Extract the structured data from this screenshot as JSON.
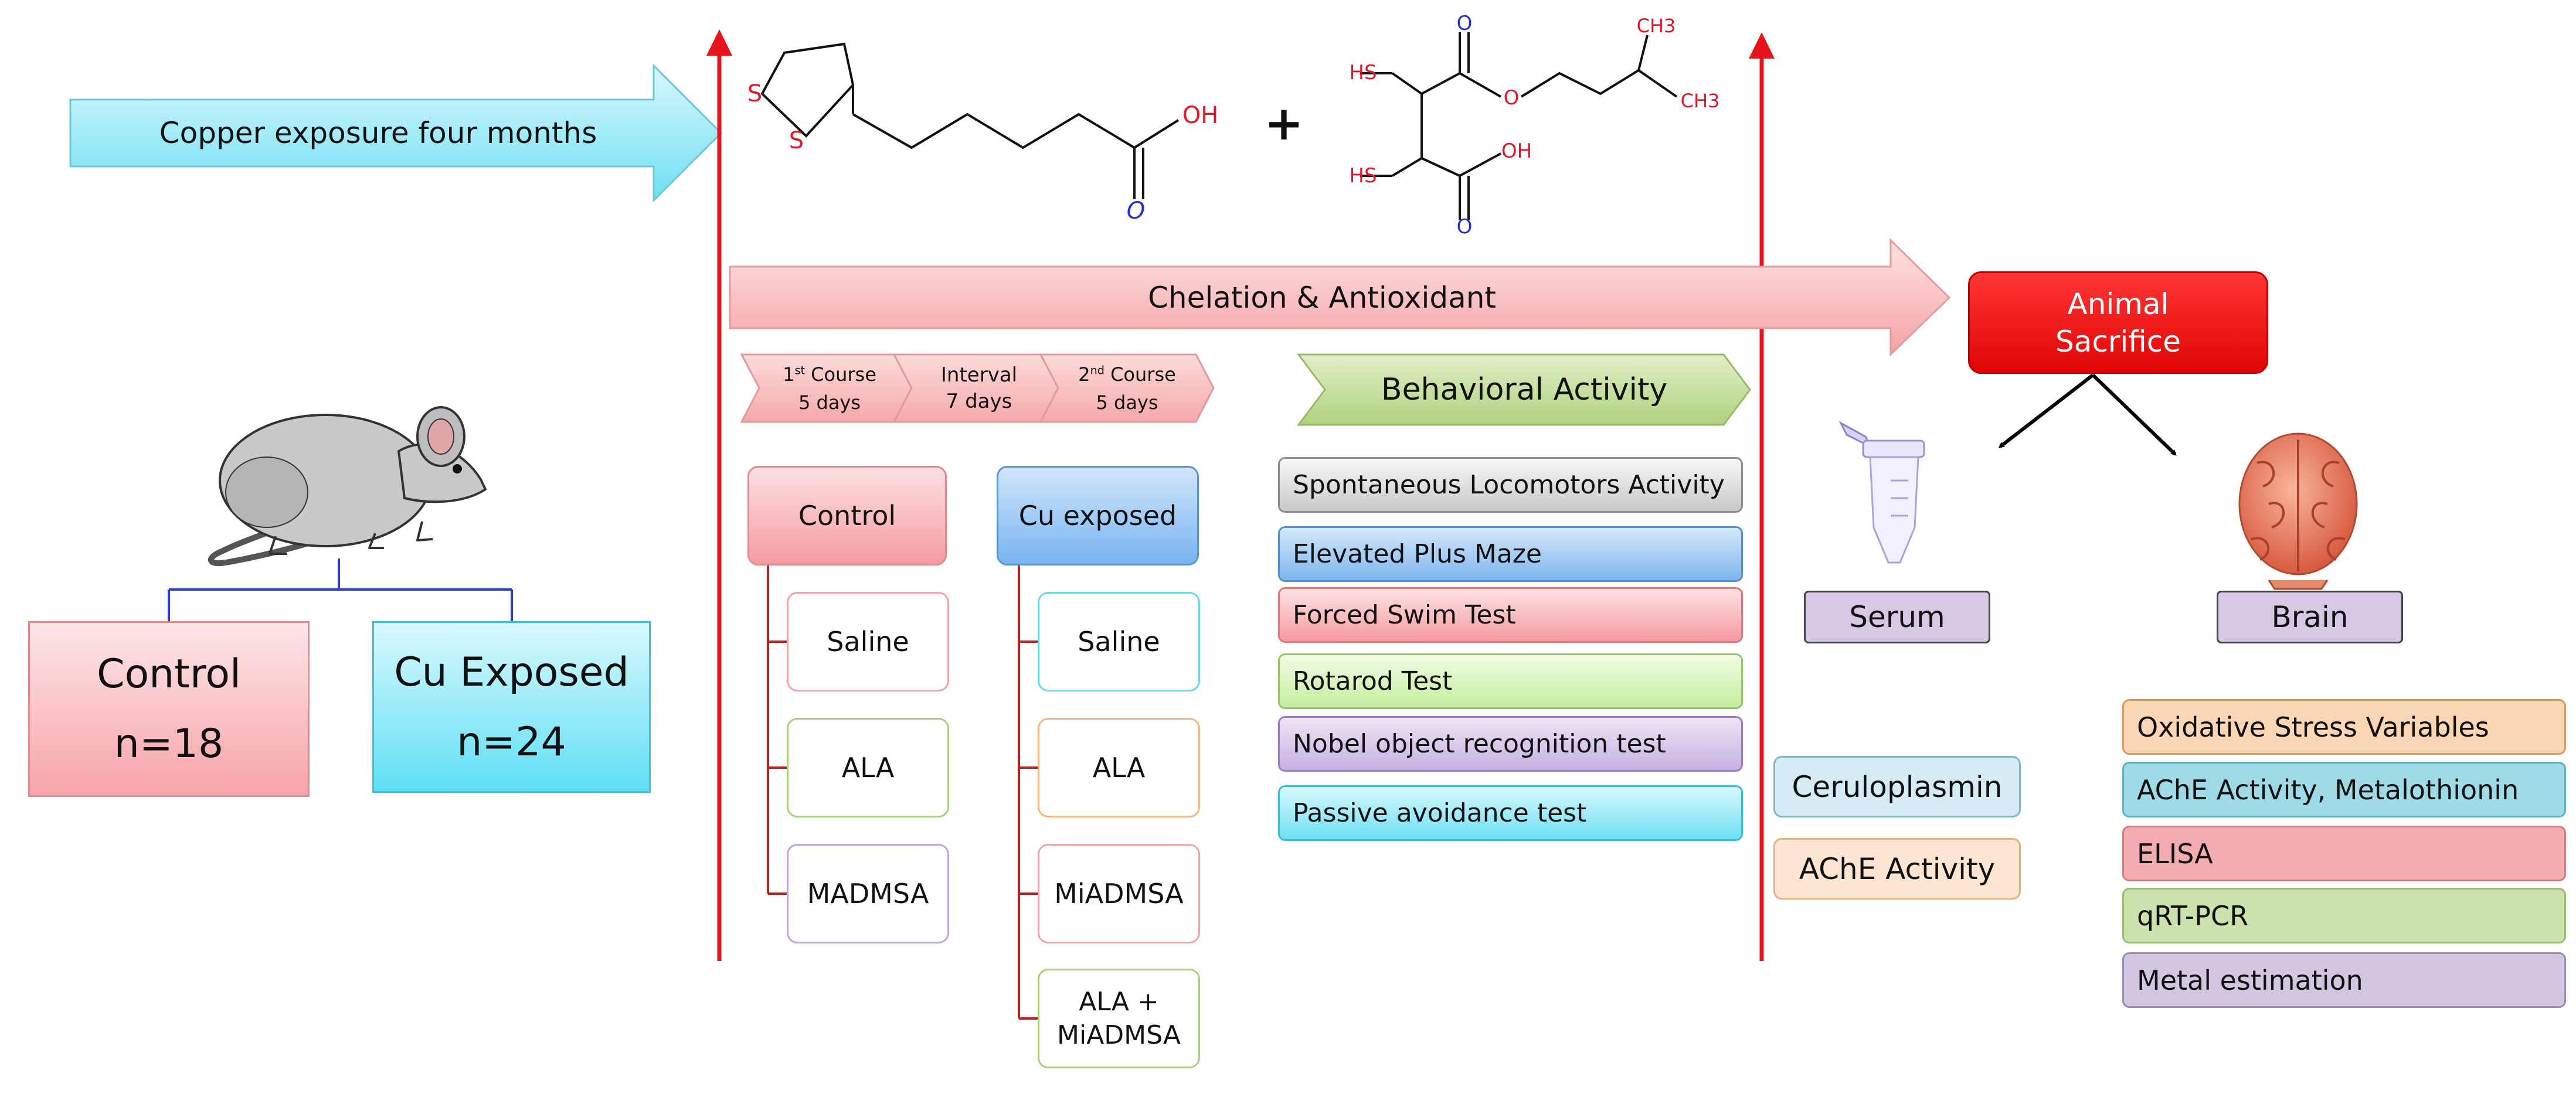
{
  "exposure": {
    "label": "Copper exposure four months"
  },
  "groups": {
    "control": {
      "name": "Control",
      "n": "n=18"
    },
    "cu": {
      "name": "Cu Exposed",
      "n": "n=24"
    }
  },
  "chemicals": {
    "ala": {
      "s1": "S",
      "s2": "S",
      "oh": "OH",
      "o": "O"
    },
    "plus": "+",
    "miadmsa": {
      "hs1": "HS",
      "hs2": "HS",
      "o1": "O",
      "o2": "O",
      "o3": "O",
      "oh": "OH",
      "ch3a": "CH3",
      "ch3b": "CH3"
    }
  },
  "chelation": {
    "label": "Chelation & Antioxidant"
  },
  "sacrifice": {
    "line1": "Animal",
    "line2": "Sacrifice"
  },
  "timeline": {
    "course1": {
      "num": "1",
      "sup": "st",
      "word": "Course",
      "days": "5 days"
    },
    "interval": {
      "word": "Interval",
      "days": "7 days"
    },
    "course2": {
      "num": "2",
      "sup": "nd",
      "word": "Course",
      "days": "5 days"
    }
  },
  "treatment": {
    "control_title": "Control",
    "control_items": [
      "Saline",
      "ALA",
      "MADMSA"
    ],
    "cu_title": "Cu exposed",
    "cu_items": [
      "Saline",
      "ALA",
      "MiADMSA"
    ],
    "cu_combo_line1": "ALA +",
    "cu_combo_line2": "MiADMSA"
  },
  "behavior": {
    "title": "Behavioral Activity",
    "tests": [
      "Spontaneous Locomotors  Activity",
      "Elevated Plus Maze",
      "Forced Swim Test",
      "Rotarod Test",
      "Nobel object recognition test",
      "Passive avoidance test"
    ]
  },
  "serum": {
    "label": "Serum",
    "tests": [
      "Ceruloplasmin",
      "AChE Activity"
    ]
  },
  "brain": {
    "label": "Brain",
    "tests": [
      "Oxidative Stress Variables",
      "AChE Activity, Metalothionin",
      "ELISA",
      "qRT-PCR",
      "Metal estimation"
    ]
  },
  "colors": {
    "red_line": "#e8141b",
    "pink": "#f7b8b8",
    "cyan": "#7ee3f5",
    "green": "#c4dc9a",
    "purple": "#d4c4e2",
    "orange": "#fbd9b8",
    "sacrifice_red": "#f20f10"
  },
  "icons": [
    "rat-icon",
    "eppendorf-tube-icon",
    "brain-icon"
  ]
}
